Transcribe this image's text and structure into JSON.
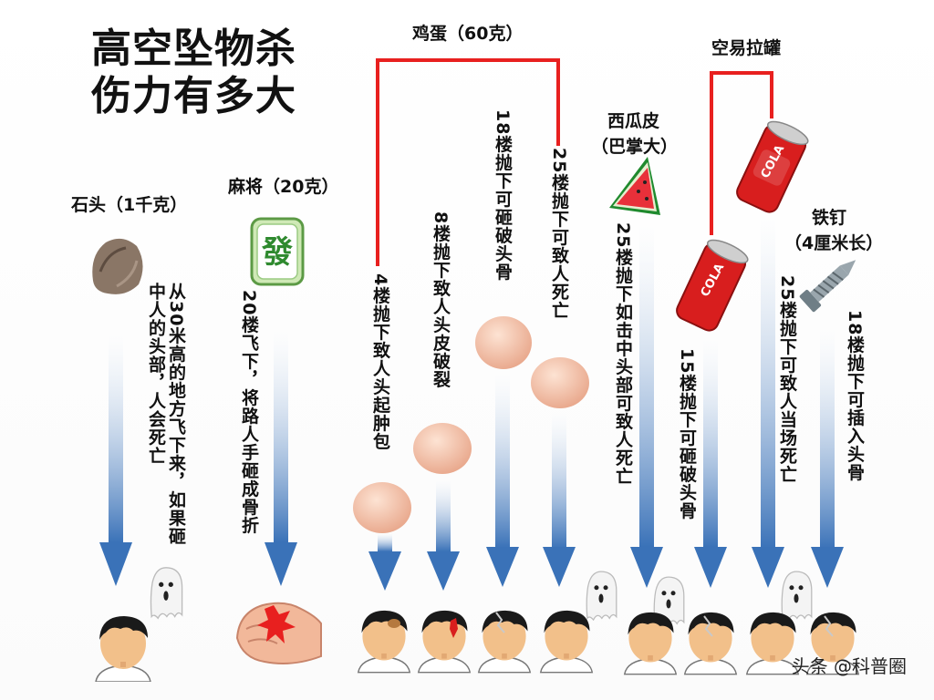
{
  "title": {
    "line1": "高空坠物杀",
    "line2": "伤力有多大"
  },
  "items": {
    "stone": {
      "label": "石头（1千克）",
      "text": "从30米高的地方飞下来，如果砸中人的头部，人会死亡"
    },
    "mahjong": {
      "label": "麻将（20克）",
      "tile_char": "發",
      "text": "20楼飞下，将路人手砸成骨折"
    },
    "egg": {
      "label": "鸡蛋（60克）",
      "effects": [
        "4楼抛下致人头起肿包",
        "8楼抛下致人头皮破裂",
        "18楼抛下可砸破头骨",
        "25楼抛下可致人死亡"
      ]
    },
    "watermelon": {
      "label_line1": "西瓜皮",
      "label_line2": "（巴掌大）",
      "text": "25楼抛下如击中头部可致人死亡"
    },
    "can": {
      "label": "空易拉罐",
      "can_text": "COLA",
      "effects": [
        "15楼抛下可砸破头骨",
        "25楼抛下可致人当场死亡"
      ]
    },
    "nail": {
      "label_line1": "铁钉",
      "label_line2": "（4厘米长）",
      "text": "18楼抛下可插入头骨"
    }
  },
  "watermark": "头条 @科普圈",
  "colors": {
    "arrow": "#3a72b8",
    "bracket": "#e8201f",
    "can_red": "#d81e1e",
    "skin": "#f2c08a",
    "hair": "#1a1a1a"
  }
}
